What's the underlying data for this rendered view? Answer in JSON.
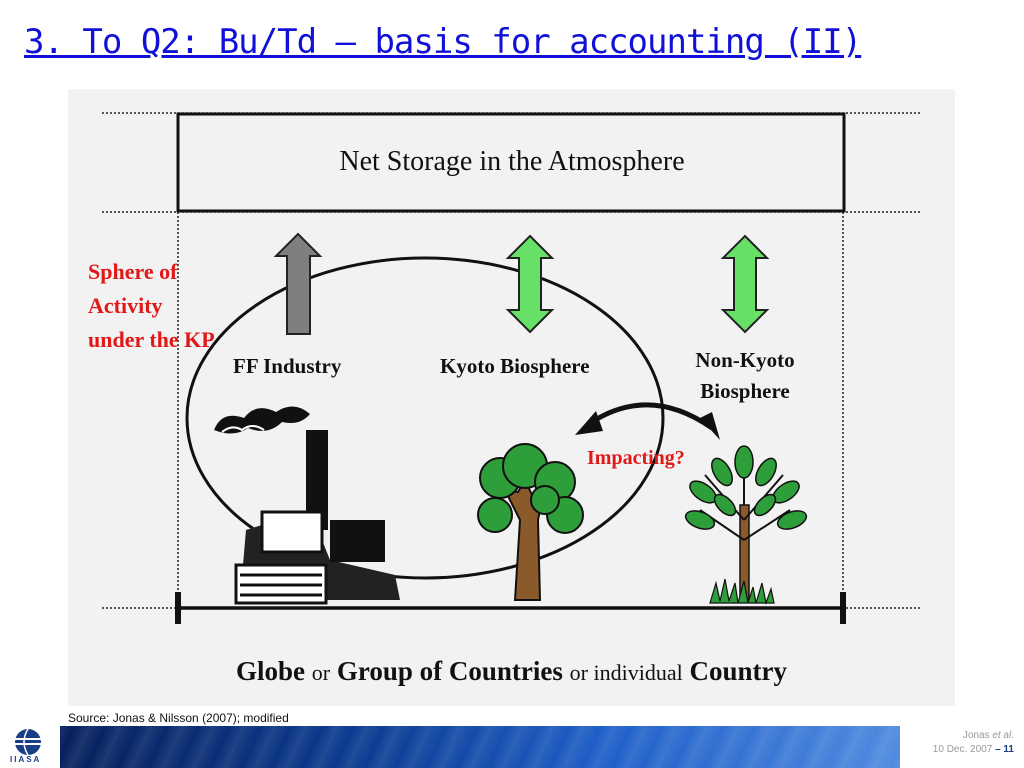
{
  "slide": {
    "title": "3. To Q2: Bu/Td – basis for accounting (II)"
  },
  "diagram": {
    "atmosphere_box": "Net Storage in the Atmosphere",
    "sphere_label": "Sphere of Activity under the KP",
    "ff_industry": "FF Industry",
    "kyoto_biosphere": "Kyoto Biosphere",
    "non_kyoto_biosphere": "Non-Kyoto Biosphere",
    "impacting": "Impacting?",
    "scale": {
      "globe": "Globe",
      "or1": "or",
      "group": "Group of Countries",
      "or2": "or individual",
      "country": "Country"
    },
    "colors": {
      "flux_gray": "#7f7f7f",
      "flux_green": "#66e066",
      "red_text": "#e01818"
    }
  },
  "footer": {
    "source": "Source: Jonas & Nilsson (2007); modified",
    "author": "Jonas",
    "etal": "et al.",
    "date": "10 Dec. 2007",
    "dash": "–",
    "page": "11",
    "logo_text": "IIASA"
  }
}
